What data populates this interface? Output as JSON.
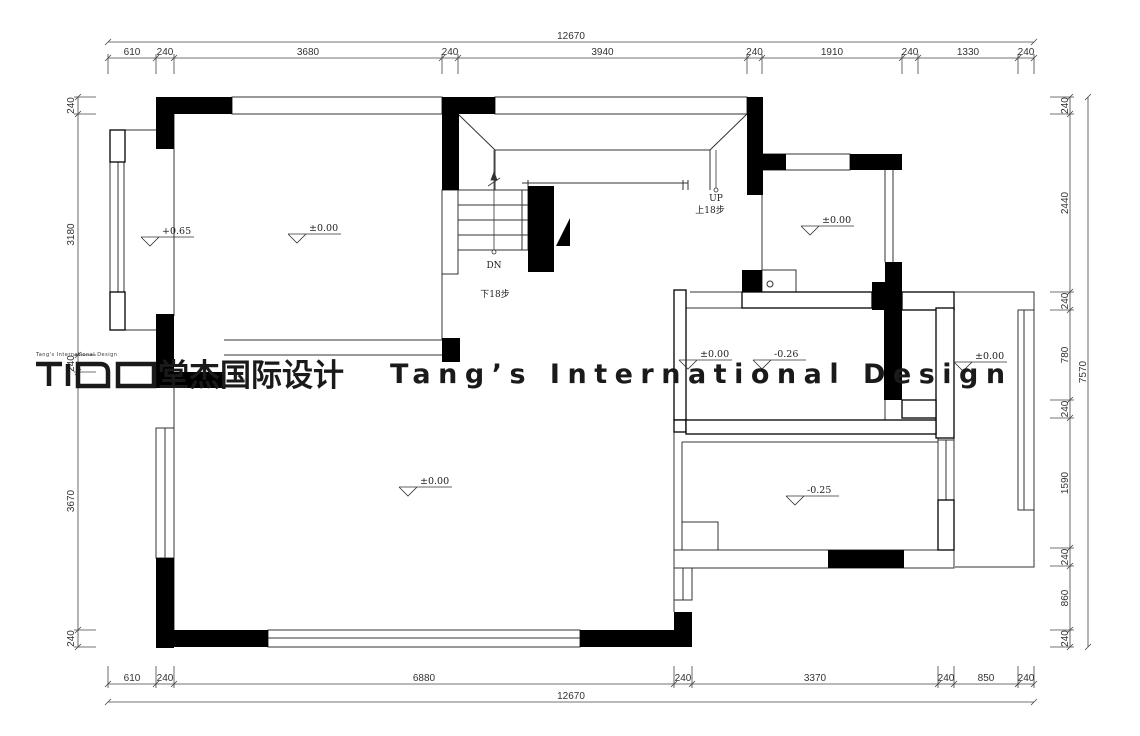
{
  "dimensions": {
    "top_total": "12670",
    "top_segments": [
      "610",
      "240",
      "3680",
      "240",
      "3940",
      "240",
      "1910",
      "240",
      "1330",
      "240"
    ],
    "bottom_total": "12670",
    "bottom_segments": [
      "610",
      "240",
      "6880",
      "240",
      "3370",
      "240",
      "850",
      "240"
    ],
    "left_segments": [
      "240",
      "3180",
      "240",
      "3670",
      "240"
    ],
    "right_segments": [
      "240",
      "2440",
      "240",
      "780",
      "240",
      "1590",
      "240",
      "860",
      "240"
    ],
    "right_total": "7570"
  },
  "levels": {
    "bay_window": "+0.65",
    "upper_left_room": "±0.00",
    "upper_right_room": "±0.00",
    "main_hall": "±0.00",
    "mid_room_a": "±0.00",
    "mid_room_b": "-0.26",
    "balcony": "±0.00",
    "lower_right_room": "-0.25"
  },
  "stair": {
    "up_label": "UP",
    "up_steps": "上18步",
    "down_label": "DN",
    "down_steps": "下18步"
  },
  "watermark": {
    "logo_mark": "TTD",
    "chinese": "堂杰国际设计",
    "english": "Tang’s International Design",
    "small_caption": "Tang's International Design"
  }
}
